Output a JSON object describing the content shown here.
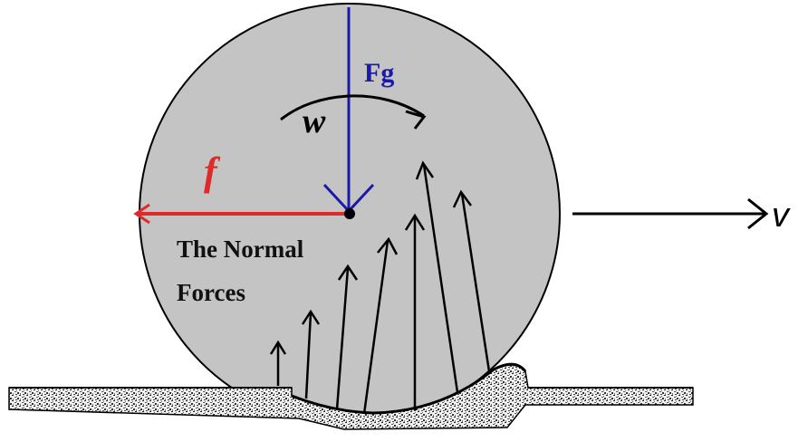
{
  "labels": {
    "gravity": "Fg",
    "angular_velocity": "w",
    "friction": "f",
    "normal_forces_line1": "The Normal",
    "normal_forces_line2": "Forces",
    "velocity": "v"
  },
  "colors": {
    "wheel_fill": "#c4c4c4",
    "gravity_arrow": "#1a1aa8",
    "friction_arrow": "#e02a2a",
    "ink": "#000000",
    "ground_speckle": "#6f6f6f"
  }
}
